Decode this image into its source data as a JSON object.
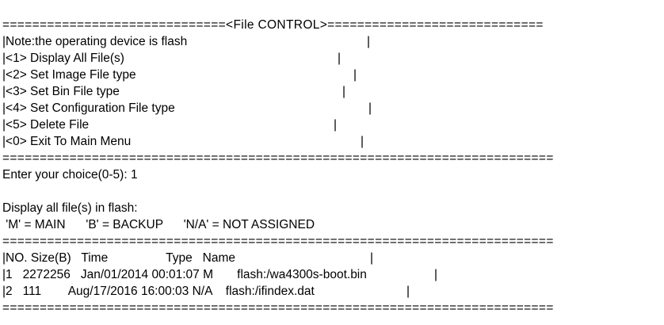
{
  "menu": {
    "title_line": "==============================<File CONTROL>=============================",
    "note": "|Note:the operating device is flash",
    "options": [
      "|<1> Display All File(s)",
      "|<2> Set Image File type",
      "|<3> Set Bin File type",
      "|<4> Set Configuration File type",
      "|<5> Delete File",
      "|<0> Exit To Main Menu"
    ],
    "separator": "==========================================================================",
    "right_border": "|"
  },
  "prompt": {
    "text": "Enter your choice(0-5): 1"
  },
  "file_list": {
    "heading": "Display all file(s) in flash:",
    "legend": " 'M' = MAIN      'B' = BACKUP      'N/A' = NOT ASSIGNED",
    "separator": "==========================================================================",
    "header": "|NO. Size(B)   Time                 Type   Name",
    "rows": [
      "|1   2272256   Jan/01/2014 00:01:07 M       flash:/wa4300s-boot.bin",
      "|2   111        Aug/17/2016 16:00:03 N/A    flash:/ifindex.dat"
    ],
    "bottom_separator": "==========================================================================",
    "right_border": "|"
  }
}
